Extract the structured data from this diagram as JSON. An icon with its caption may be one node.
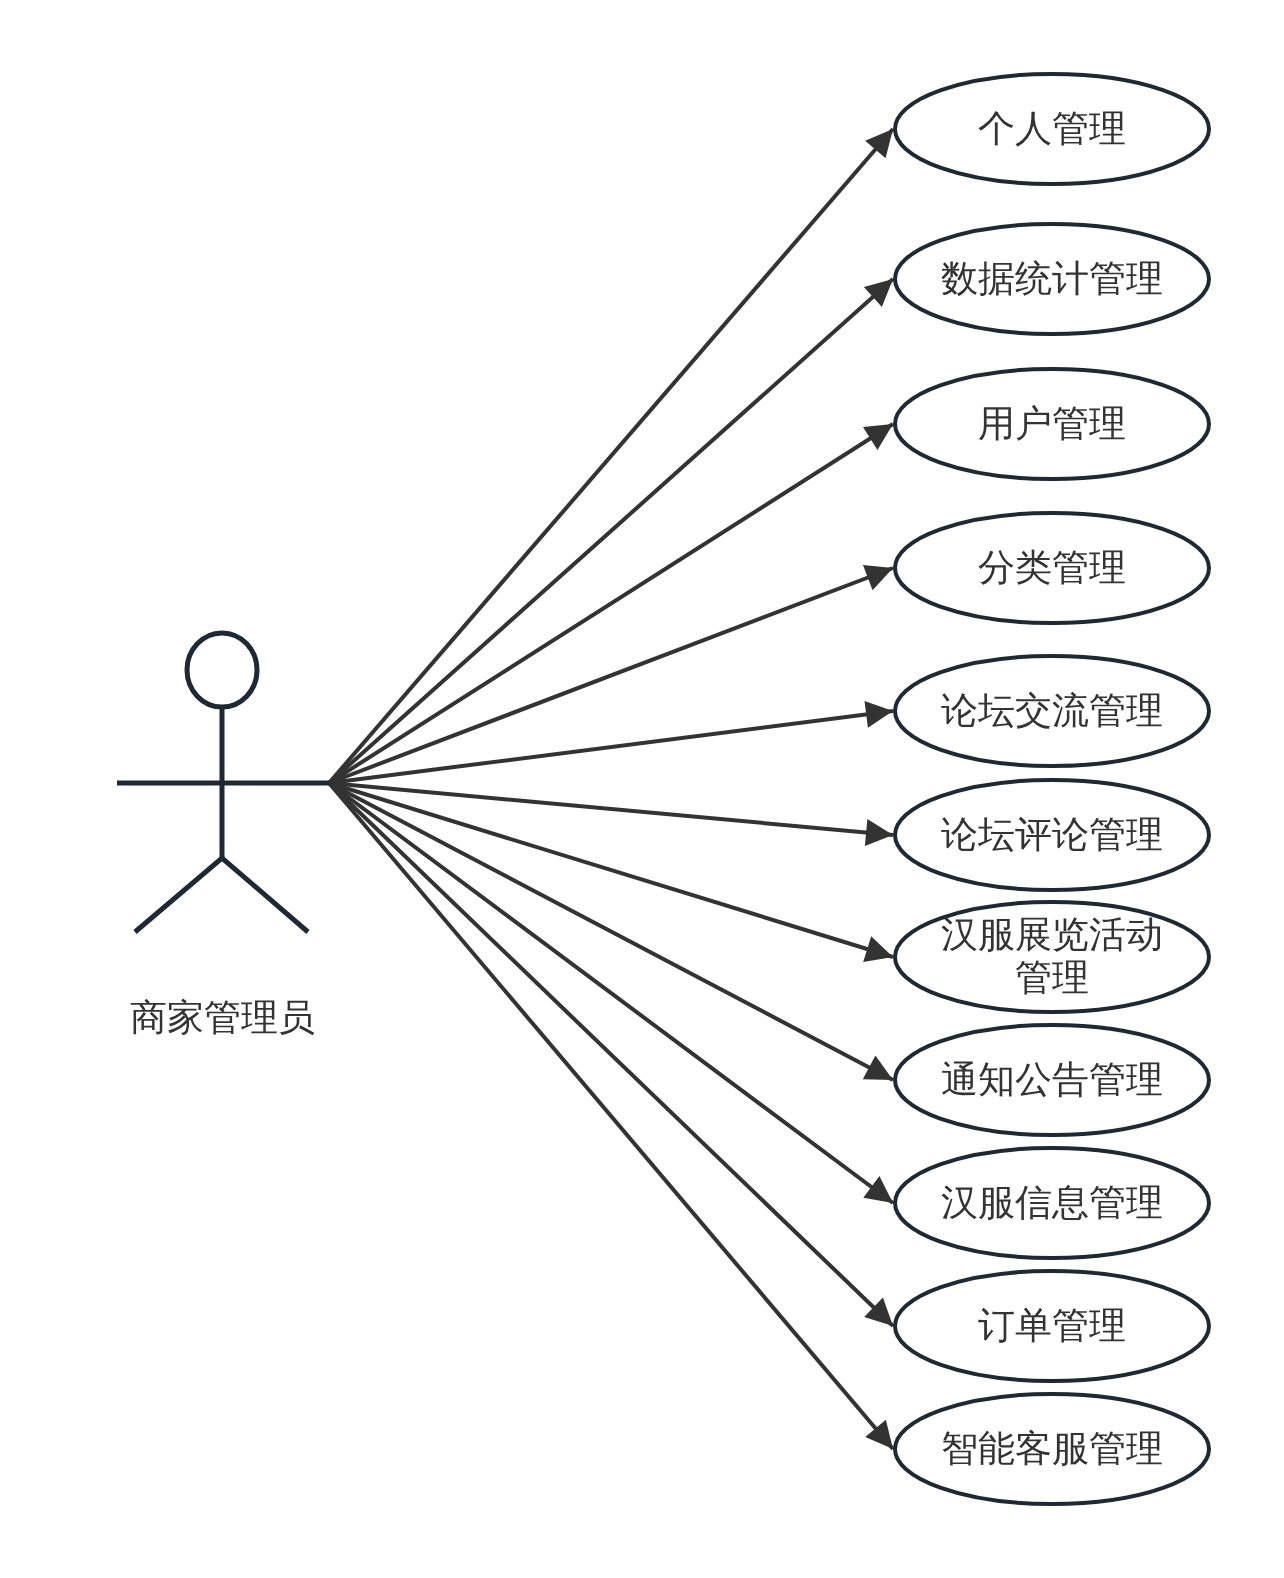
{
  "diagram": {
    "nodes": [
      {
        "text": [
          "商家管理员"
        ]
      },
      {
        "text": [
          "个人管理"
        ]
      },
      {
        "text": [
          "数据统计管理"
        ]
      },
      {
        "text": [
          "用户管理"
        ]
      },
      {
        "text": [
          "分类管理"
        ]
      },
      {
        "text": [
          "论坛交流管理"
        ]
      },
      {
        "text": [
          "论坛评论管理"
        ]
      },
      {
        "text": [
          "汉服展览活动管理"
        ]
      },
      {
        "text": [
          "通知公告管理"
        ]
      },
      {
        "text": [
          "汉服信息管理"
        ]
      },
      {
        "text": [
          "订单管理"
        ]
      },
      {
        "text": [
          "智能客服管理"
        ]
      }
    ],
    "edges": [
      {
        "from": 0,
        "to": 1,
        "arrow": "to"
      },
      {
        "from": 0,
        "to": 2,
        "arrow": "to"
      },
      {
        "from": 0,
        "to": 3,
        "arrow": "to"
      },
      {
        "from": 0,
        "to": 4,
        "arrow": "to"
      },
      {
        "from": 0,
        "to": 5,
        "arrow": "to"
      },
      {
        "from": 0,
        "to": 6,
        "arrow": "to"
      },
      {
        "from": 0,
        "to": 7,
        "arrow": "to"
      },
      {
        "from": 0,
        "to": 8,
        "arrow": "to"
      },
      {
        "from": 0,
        "to": 9,
        "arrow": "to"
      },
      {
        "from": 0,
        "to": 10,
        "arrow": "to"
      },
      {
        "from": 0,
        "to": 11,
        "arrow": "to"
      }
    ]
  }
}
